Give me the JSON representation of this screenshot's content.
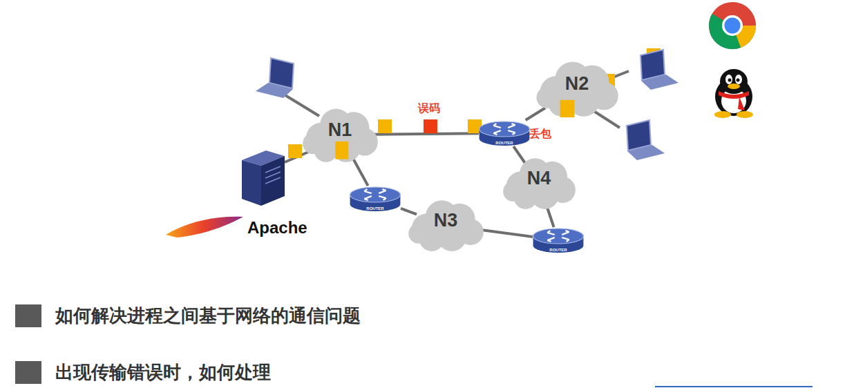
{
  "diagram": {
    "nodes": [
      {
        "text": [
          "N1"
        ]
      },
      {
        "text": [
          "N2"
        ]
      },
      {
        "text": [
          "N3"
        ]
      },
      {
        "text": [
          "N4"
        ]
      },
      {
        "text": [
          "ROUTER"
        ]
      },
      {
        "text": [
          "ROUTER"
        ]
      },
      {
        "text": [
          "ROUTER"
        ]
      }
    ],
    "edges": [
      {
        "from": 0,
        "to": 4,
        "arrow": "none"
      },
      {
        "from": 4,
        "to": 1,
        "arrow": "none"
      },
      {
        "from": 4,
        "to": 3,
        "arrow": "none"
      },
      {
        "from": 3,
        "to": 6,
        "arrow": "none"
      },
      {
        "from": 6,
        "to": 2,
        "arrow": "none"
      },
      {
        "from": 2,
        "to": 5,
        "arrow": "none"
      },
      {
        "from": 5,
        "to": 0,
        "arrow": "none"
      }
    ],
    "labels": [
      "误码",
      "丢包",
      "Apache",
      "如何解决进程之间基于网络的通信问题",
      "出现传输错误时，如何处理"
    ]
  }
}
